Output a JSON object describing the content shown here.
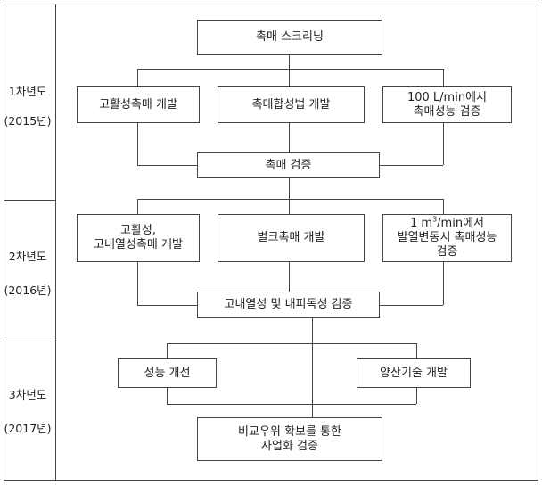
{
  "phases": [
    {
      "year": "1차년도",
      "period": "(2015년)"
    },
    {
      "year": "2차년도",
      "period": "(2016년)"
    },
    {
      "year": "3차년도",
      "period": "(2017년)"
    }
  ],
  "boxes": {
    "screening": "촉매 스크리닝",
    "high_activity": "고활성촉매 개발",
    "synthesis": "촉매합성법 개발",
    "performance_100_line1": "100 L/min에서",
    "performance_100_line2": "촉매성능 검증",
    "catalyst_verification": "촉매 검증",
    "heat_resistant_line1": "고활성,",
    "heat_resistant_line2": "고내열성촉매 개발",
    "bulk": "벌크촉매 개발",
    "performance_1m3_prefix": "1 m",
    "performance_1m3_sup": "3",
    "performance_1m3_suffix": "/min에서",
    "performance_1m3_line2": "발열변동시 촉매성능",
    "performance_1m3_line3": "검증",
    "heat_poison_verification": "고내열성 및 내피독성 검증",
    "performance_improvement": "성능 개선",
    "mass_production": "양산기술 개발",
    "commercialization_line1": "비교우위 확보를 통한",
    "commercialization_line2": "사업화 검증"
  }
}
